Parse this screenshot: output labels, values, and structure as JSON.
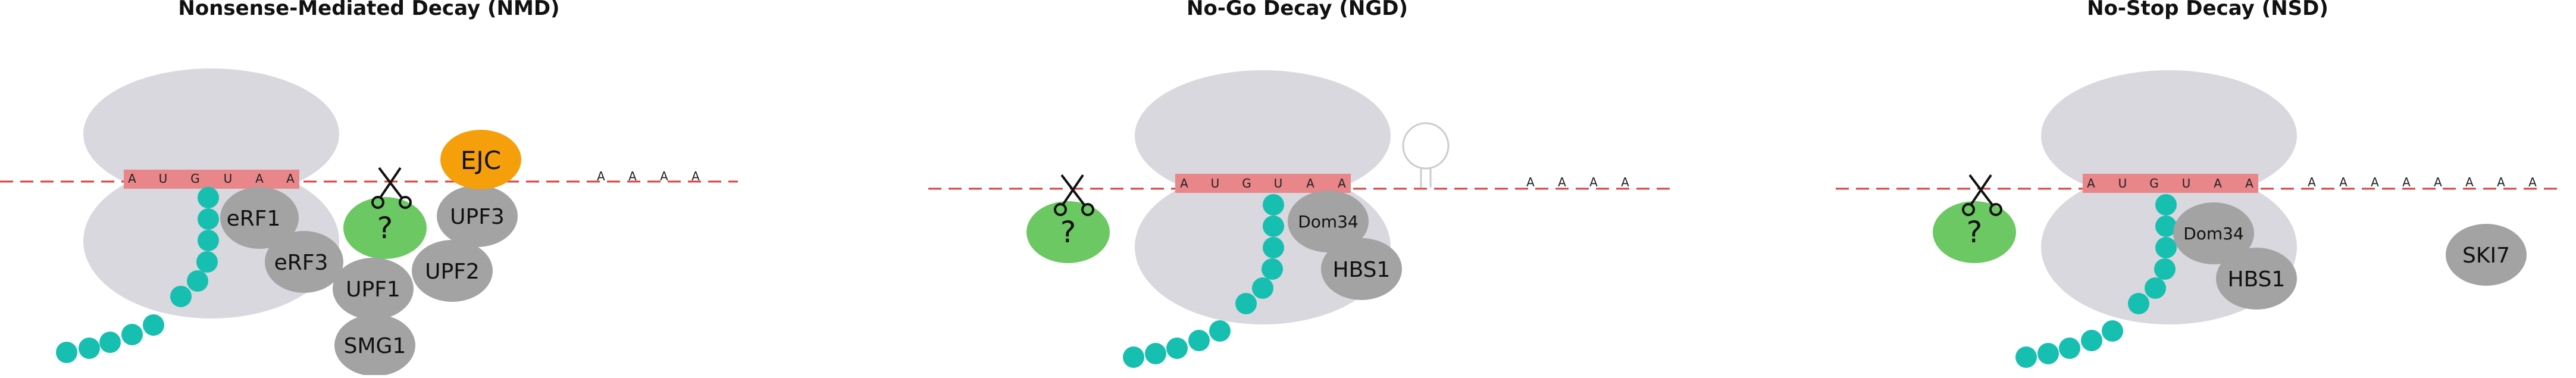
{
  "panels": [
    {
      "title": "Nonsense-Mediated Decay (NMD)",
      "codons": [
        "A",
        "U",
        "G",
        "U",
        "A",
        "A"
      ],
      "poly_a": [
        "A",
        "A",
        "A",
        "A"
      ],
      "factors": {
        "erf1": "eRF1",
        "erf3": "eRF3",
        "upf1": "UPF1",
        "upf2": "UPF2",
        "upf3": "UPF3",
        "smg1": "SMG1",
        "ejc": "EJC",
        "unknown": "?"
      }
    },
    {
      "title": "No-Go Decay (NGD)",
      "codons": [
        "A",
        "U",
        "G",
        "U",
        "A",
        "A"
      ],
      "poly_a": [
        "A",
        "A",
        "A",
        "A"
      ],
      "factors": {
        "dom34": "Dom34",
        "hbs1": "HBS1",
        "unknown": "?"
      }
    },
    {
      "title": "No-Stop Decay (NSD)",
      "codons": [
        "A",
        "U",
        "G",
        "U",
        "A",
        "A"
      ],
      "poly_a": [
        "A",
        "A",
        "A",
        "A",
        "A",
        "A",
        "A",
        "A"
      ],
      "factors": {
        "dom34": "Dom34",
        "hbs1": "HBS1",
        "ski7": "SKI7",
        "unknown": "?"
      }
    }
  ],
  "colors": {
    "ribosome": "#d8d8de",
    "mrna_line": "#d9413f",
    "codon_box": "#e8868a",
    "peptide": "#17bfb0",
    "factor_gray": "#a3a3a3",
    "unknown_green": "#6cc862",
    "ejc_orange": "#f5a00a"
  },
  "icons": {
    "cleavage": "scissors-icon",
    "stem_loop": "hairpin-icon"
  }
}
